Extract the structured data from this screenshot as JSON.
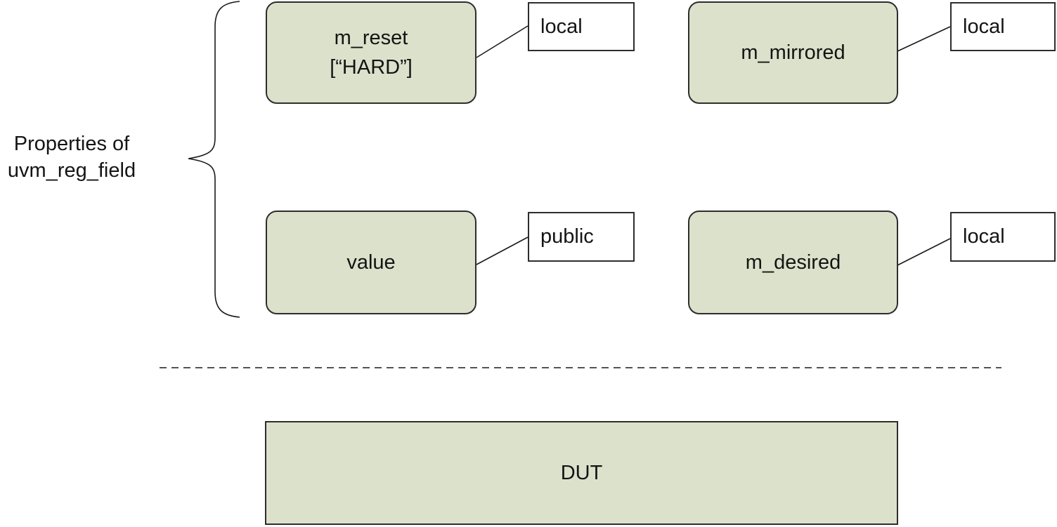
{
  "diagram": {
    "caption": {
      "line1": "Properties of",
      "line2": "uvm_reg_field"
    },
    "fields": [
      {
        "id": "m_reset",
        "name_lines": [
          "m_reset",
          "[“HARD”]"
        ],
        "access": "local"
      },
      {
        "id": "m_mirrored",
        "name_lines": [
          "m_mirrored"
        ],
        "access": "local"
      },
      {
        "id": "value",
        "name_lines": [
          "value"
        ],
        "access": "public"
      },
      {
        "id": "m_desired",
        "name_lines": [
          "m_desired"
        ],
        "access": "local"
      }
    ],
    "dut_label": "DUT",
    "colors": {
      "field_fill": "#dce1cb",
      "field_border": "#2d2d2d",
      "access_fill": "#ffffff",
      "access_border": "#2d2d2d",
      "text": "#141414",
      "line": "#1a1a1a"
    }
  }
}
